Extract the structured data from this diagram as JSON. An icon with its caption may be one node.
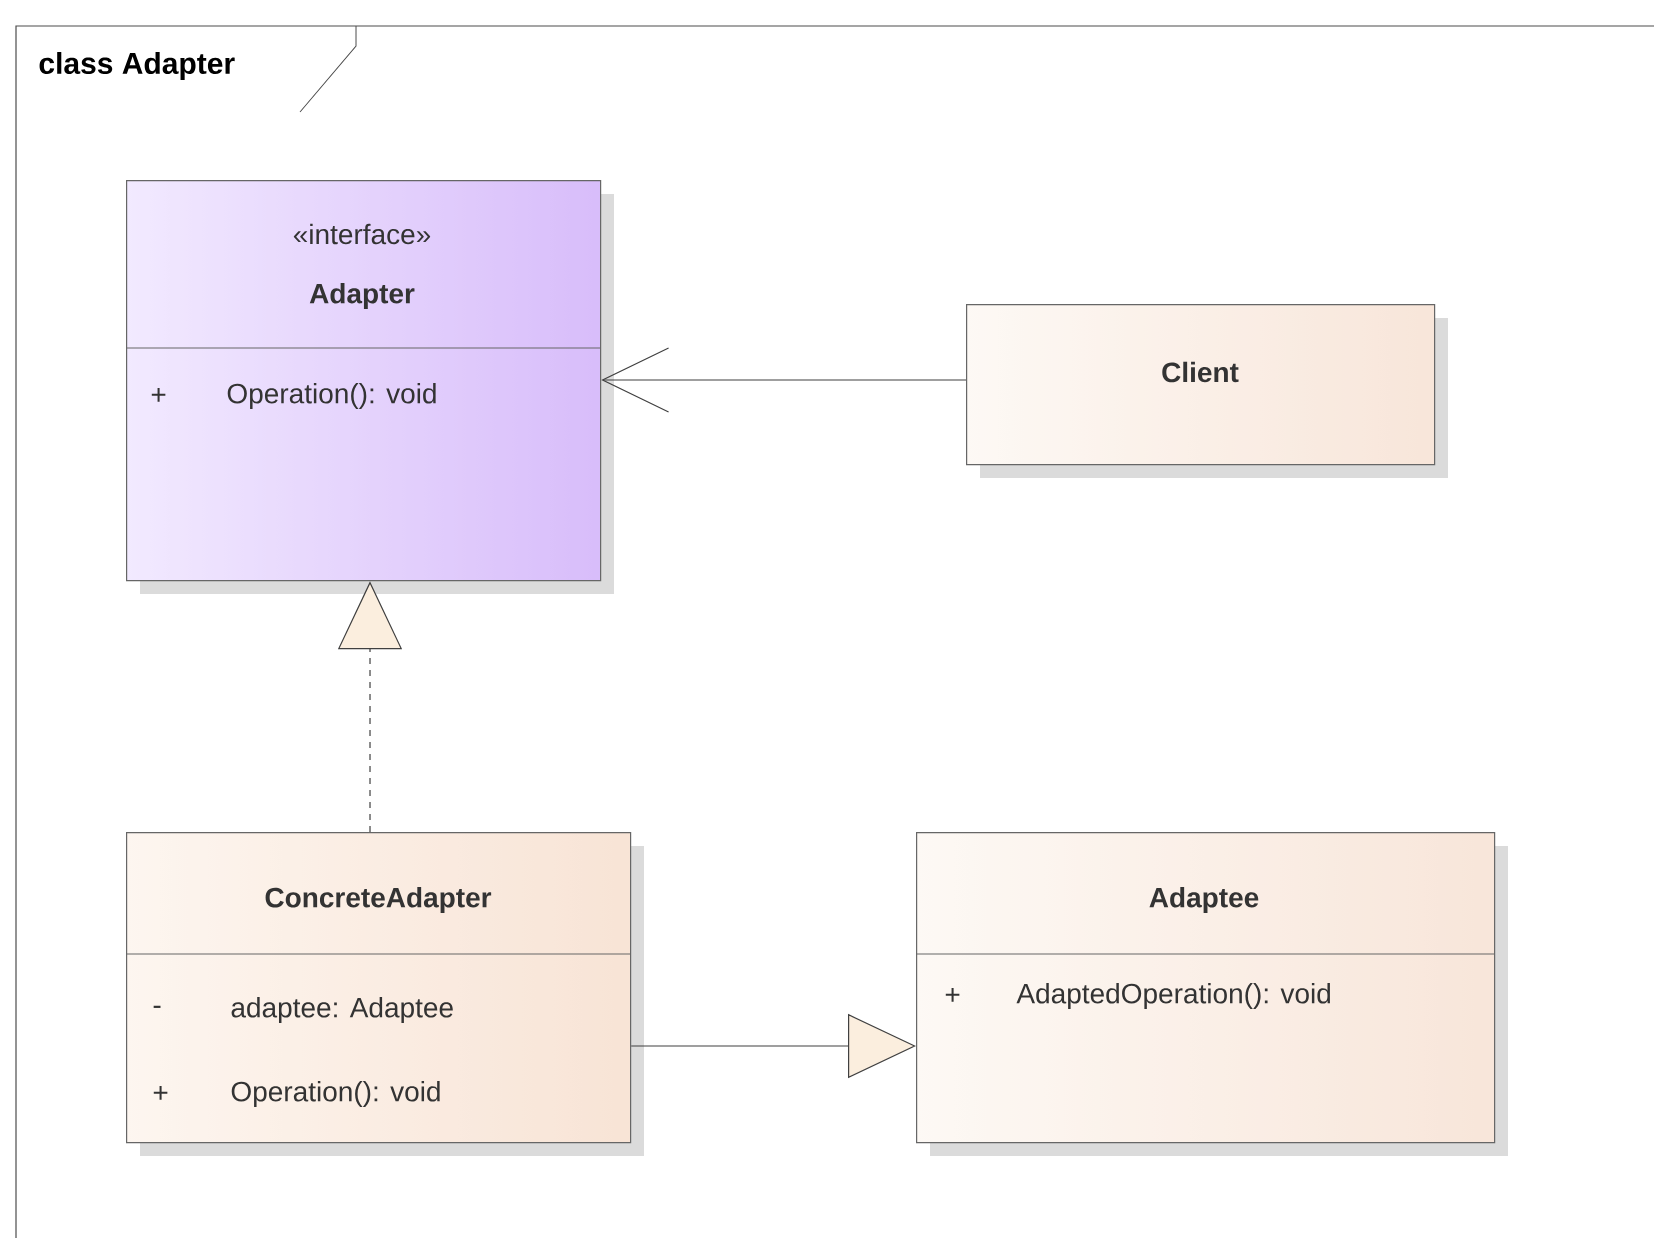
{
  "diagram": {
    "title": "class Adapter",
    "nodes": [
      {
        "text": [
          "«interface»",
          "Adapter",
          "+",
          "Operation(): void"
        ]
      },
      {
        "text": [
          "Client"
        ]
      },
      {
        "text": [
          "ConcreteAdapter",
          "-",
          "adaptee: Adaptee",
          "+",
          "Operation(): void"
        ]
      },
      {
        "text": [
          "Adaptee",
          "+",
          "AdaptedOperation(): void"
        ]
      }
    ],
    "edges": [
      {
        "from": 1,
        "to": 0,
        "arrow": "to"
      },
      {
        "from": 2,
        "to": 0,
        "arrow": "to",
        "style": "dashed"
      },
      {
        "from": 2,
        "to": 3,
        "arrow": "to"
      }
    ]
  }
}
